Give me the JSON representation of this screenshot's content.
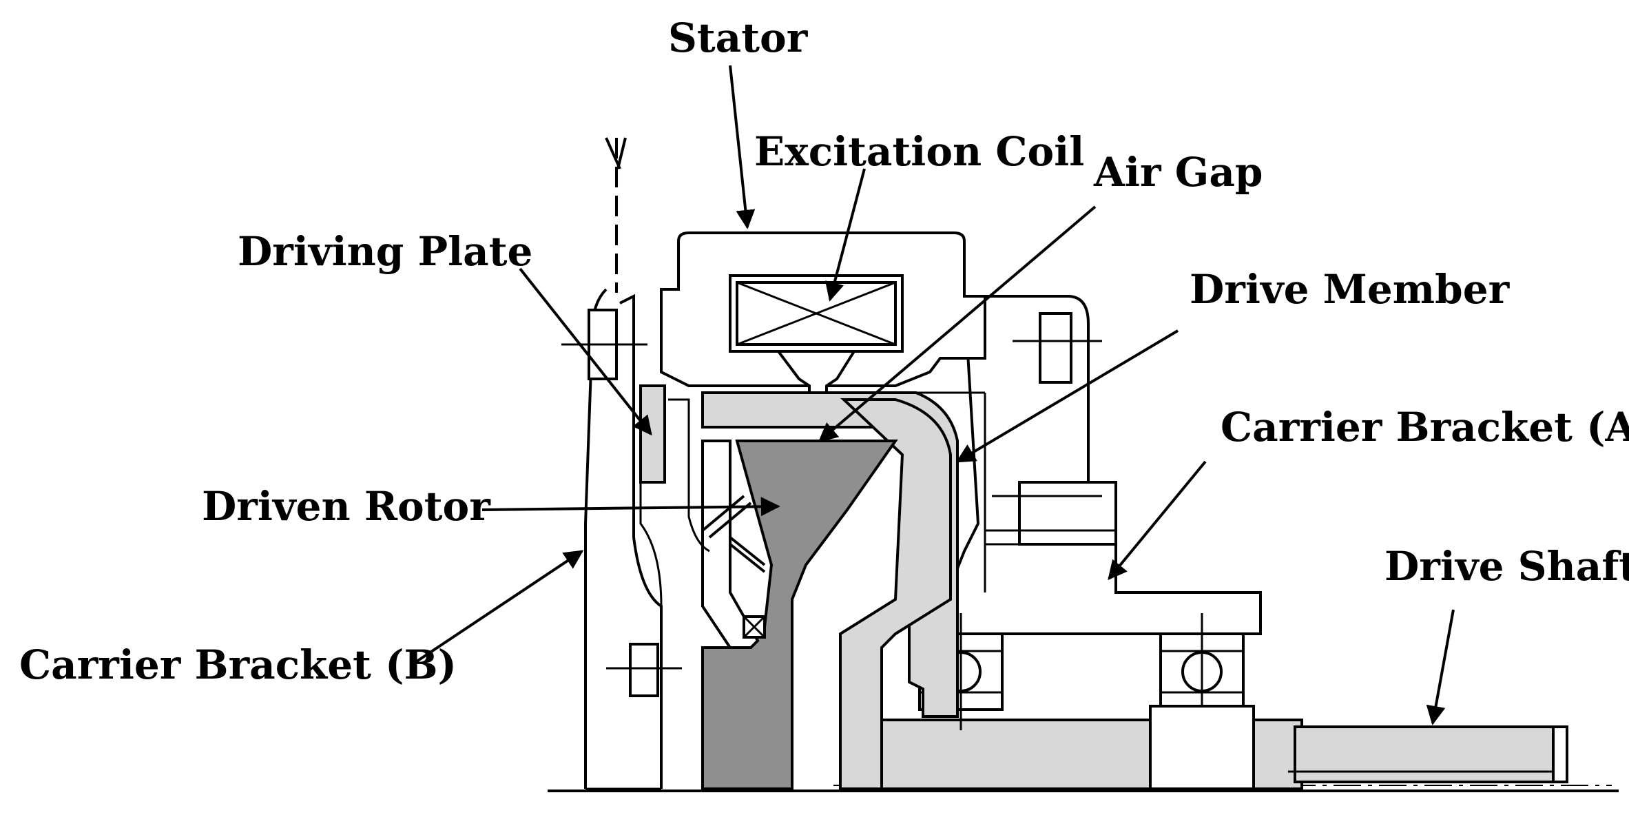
{
  "diagram": {
    "labels": {
      "stator": "Stator",
      "excitation_coil": "Excitation Coil",
      "air_gap": "Air Gap",
      "driving_plate": "Driving Plate",
      "drive_member": "Drive Member",
      "carrier_bracket_a": "Carrier Bracket (A)",
      "driven_rotor": "Driven Rotor",
      "drive_shaft": "Drive Shaft",
      "carrier_bracket_b": "Carrier Bracket (B)"
    },
    "colors": {
      "line": "#000000",
      "light_fill": "#d8d8d8",
      "dark_fill": "#8f8f8f",
      "background": "#ffffff"
    }
  }
}
